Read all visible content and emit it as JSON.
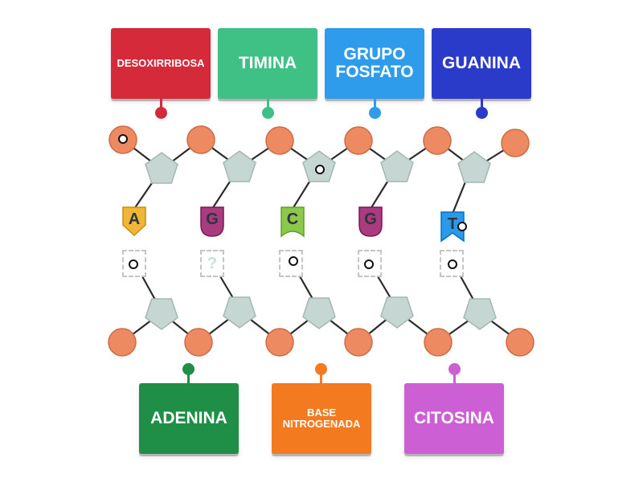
{
  "labels_top": [
    {
      "text": "DESOXIRRIBOSA",
      "color": "#d42a3a"
    },
    {
      "text": "TIMINA",
      "color": "#3fc185"
    },
    {
      "text": "GRUPO FOSFATO",
      "color": "#2e9cea"
    },
    {
      "text": "GUANINA",
      "color": "#2b3bc9"
    }
  ],
  "labels_bottom": [
    {
      "text": "ADENINA",
      "color": "#1f8f47"
    },
    {
      "text": "BASE NITROGENADA",
      "color": "#f47a1f"
    },
    {
      "text": "CITOSINA",
      "color": "#cd5fd4"
    }
  ],
  "bases": [
    {
      "letter": "A",
      "color": "#f0b63a"
    },
    {
      "letter": "G",
      "color": "#a83c7e"
    },
    {
      "letter": "C",
      "color": "#8cc84b"
    },
    {
      "letter": "G",
      "color": "#a83c7e"
    },
    {
      "letter": "T",
      "color": "#2a9ae8"
    }
  ],
  "drop_zones": [
    "",
    "?",
    "",
    "",
    ""
  ],
  "colors": {
    "phosphate": "#ee8a62",
    "phosphate_stroke": "#cd6b44",
    "sugar": "#c6d6d2",
    "sugar_stroke": "#a2b8b3",
    "backbone": "#2b2b2b"
  }
}
